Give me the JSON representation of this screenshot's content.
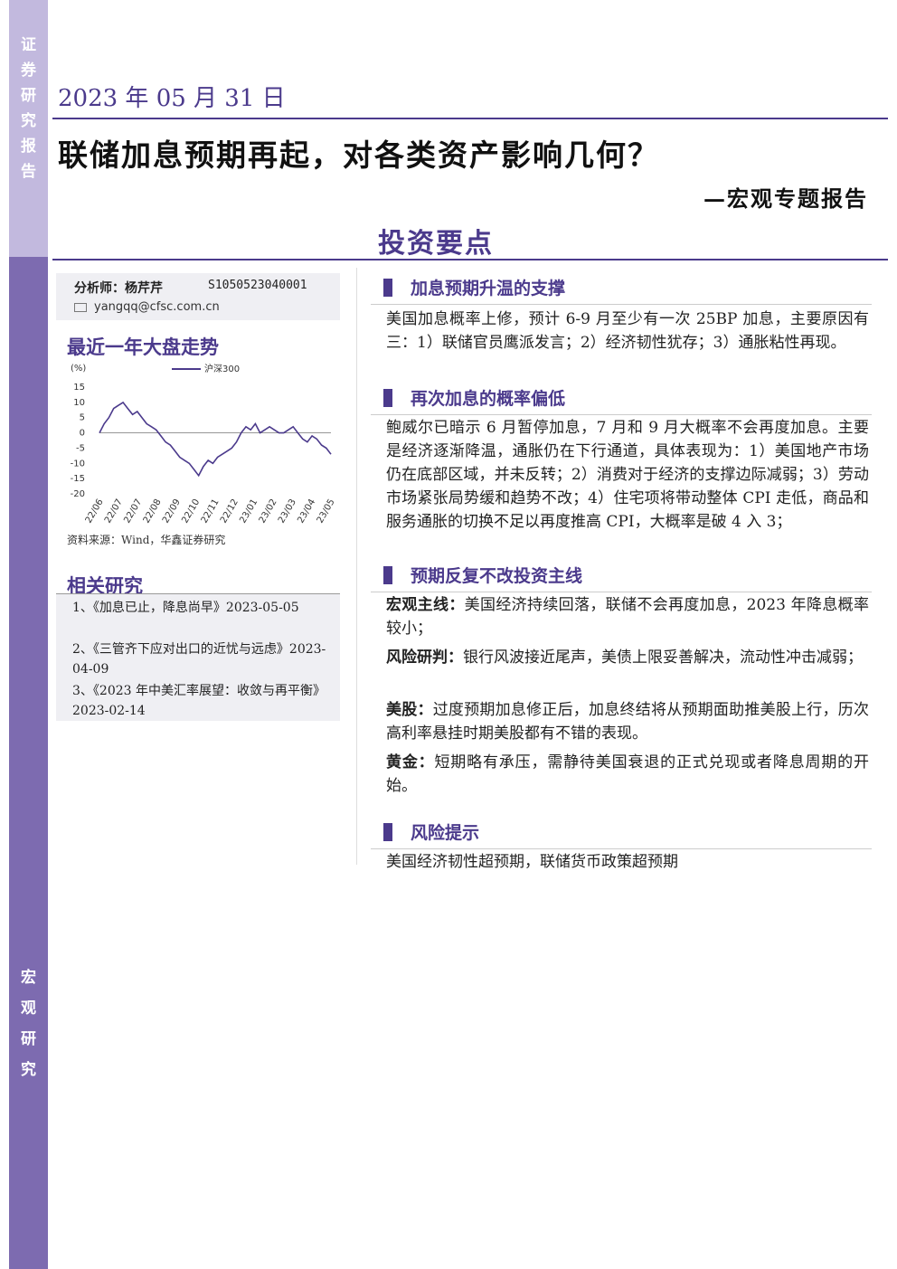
{
  "sidebar": {
    "top_chars": [
      "证",
      "券",
      "研",
      "究",
      "报",
      "告"
    ],
    "bottom_chars": [
      "宏",
      "观",
      "研",
      "究"
    ]
  },
  "header": {
    "date": "2023 年 05 月 31 日",
    "title": "联储加息预期再起，对各类资产影响几何？",
    "subtitle": "—宏观专题报告",
    "keypoints_title": "投资要点"
  },
  "analyst": {
    "label": "分析师：杨芹芹",
    "code": "S1050523040001",
    "email": "yangqq@cfsc.com.cn"
  },
  "market": {
    "title": "最近一年大盘走势",
    "source": "资料来源：Wind，华鑫证券研究"
  },
  "related": {
    "title": "相关研究",
    "items": [
      "1、《加息已止，降息尚早》2023-05-05",
      "2、《三管齐下应对出口的近忧与远虑》2023-04-09",
      "3、《2023 年中美汇率展望：收敛与再平衡》2023-02-14"
    ]
  },
  "sections": [
    {
      "heading": "加息预期升温的支撑",
      "paras": [
        {
          "lead": "",
          "text": "美国加息概率上修，预计 6-9 月至少有一次 25BP 加息，主要原因有三：1）联储官员鹰派发言；2）经济韧性犹存；3）通胀粘性再现。"
        }
      ]
    },
    {
      "heading": "再次加息的概率偏低",
      "paras": [
        {
          "lead": "",
          "text": "鲍威尔已暗示 6 月暂停加息，7 月和 9 月大概率不会再度加息。主要是经济逐渐降温，通胀仍在下行通道，具体表现为：1）美国地产市场仍在底部区域，并未反转；2）消费对于经济的支撑边际减弱；3）劳动市场紧张局势缓和趋势不改；4）住宅项将带动整体 CPI 走低，商品和服务通胀的切换不足以再度推高 CPI，大概率是破 4 入 3；"
        }
      ]
    },
    {
      "heading": "预期反复不改投资主线",
      "paras": [
        {
          "lead": "宏观主线：",
          "text": "美国经济持续回落，联储不会再度加息，2023 年降息概率较小；"
        },
        {
          "lead": "风险研判：",
          "text": "银行风波接近尾声，美债上限妥善解决，流动性冲击减弱；"
        },
        {
          "lead": "美股：",
          "text": "过度预期加息修正后，加息终结将从预期面助推美股上行，历次高利率悬挂时期美股都有不错的表现。"
        },
        {
          "lead": "黄金：",
          "text": "短期略有承压，需静待美国衰退的正式兑现或者降息周期的开始。"
        }
      ]
    },
    {
      "heading": "风险提示",
      "paras": [
        {
          "lead": "",
          "text": "美国经济韧性超预期，联储货币政策超预期"
        }
      ]
    }
  ],
  "chart_data": {
    "type": "line",
    "ylabel": "(%)",
    "ylim": [
      -20,
      15
    ],
    "yticks": [
      15,
      10,
      5,
      0,
      -5,
      -10,
      -15,
      -20
    ],
    "categories": [
      "22/06",
      "22/07",
      "22/07",
      "22/08",
      "22/09",
      "22/10",
      "22/11",
      "22/12",
      "23/01",
      "23/02",
      "23/03",
      "23/04",
      "23/05"
    ],
    "series": [
      {
        "name": "沪深300",
        "color": "#4b3a8c",
        "values": [
          0,
          3,
          5,
          8,
          9,
          10,
          8,
          6,
          7,
          5,
          3,
          2,
          1,
          -1,
          -3,
          -4,
          -6,
          -8,
          -9,
          -10,
          -12,
          -14,
          -11,
          -9,
          -10,
          -8,
          -7,
          -6,
          -5,
          -3,
          0,
          2,
          1,
          3,
          0,
          1,
          2,
          1,
          0,
          0,
          1,
          2,
          0,
          -2,
          -3,
          -1,
          -2,
          -4,
          -5,
          -7
        ]
      }
    ],
    "legend": "top"
  }
}
